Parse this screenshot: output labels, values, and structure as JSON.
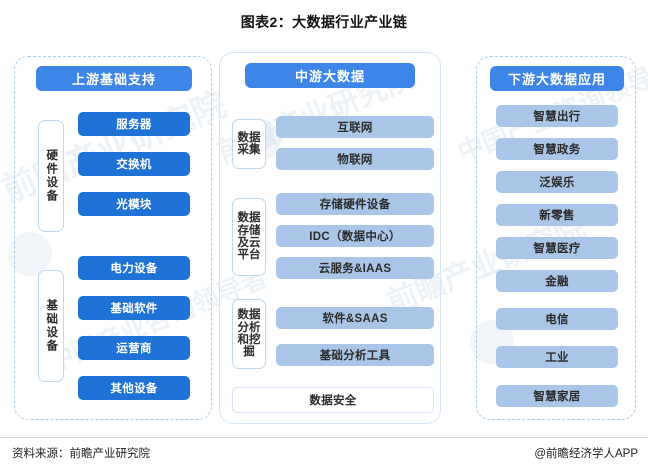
{
  "title": "图表2：大数据行业产业链",
  "columns": {
    "upstream": {
      "header": "上游基础支持",
      "groups": [
        {
          "label": "硬件设备",
          "items": [
            "服务器",
            "交换机",
            "光模块"
          ]
        },
        {
          "label": "基础设备",
          "items": [
            "电力设备",
            "基础软件",
            "运营商",
            "其他设备"
          ]
        }
      ]
    },
    "midstream": {
      "header": "中游大数据",
      "groups": [
        {
          "label": "数据采集",
          "items": [
            "互联网",
            "物联网"
          ]
        },
        {
          "label": "数据存储及云平台",
          "items": [
            "存储硬件设备",
            "IDC（数据中心）",
            "云服务&IAAS"
          ]
        },
        {
          "label": "数据分析和挖掘",
          "items": [
            "软件&SAAS",
            "基础分析工具"
          ]
        }
      ],
      "footer_item": "数据安全"
    },
    "downstream": {
      "header": "下游大数据应用",
      "items": [
        "智慧出行",
        "智慧政务",
        "泛娱乐",
        "新零售",
        "智慧医疗",
        "金融",
        "电信",
        "工业",
        "智慧家居"
      ]
    }
  },
  "footer": {
    "source": "资料来源：前瞻产业研究院",
    "brand": "@前瞻经济学人APP"
  },
  "watermark": {
    "text": "前瞻产业研究院",
    "sub": "中国产业咨询领导者"
  },
  "colors": {
    "header_pill": "#3d86e8",
    "item_solid": "#2073d6",
    "item_light": "#a9c6e8",
    "border_dashed": "#a9cdf0",
    "border_solid": "#d3e4f5"
  }
}
